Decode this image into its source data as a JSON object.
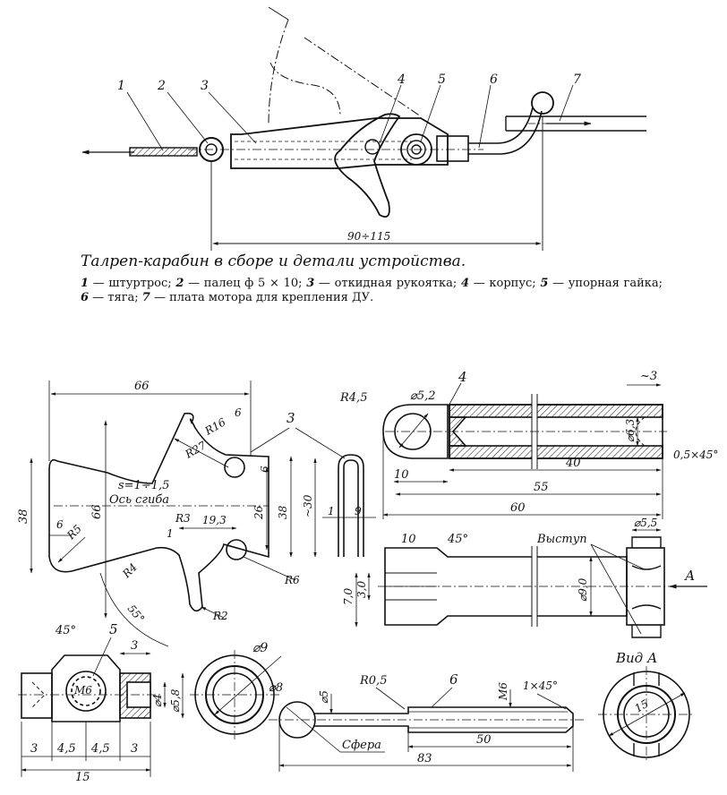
{
  "caption": {
    "title": "Талреп-карабин в сборе и детали устройства.",
    "legend": [
      {
        "num": "1",
        "text": " — штуртрос; "
      },
      {
        "num": "2",
        "text": " — палец  ф 5 × 10; "
      },
      {
        "num": "3",
        "text": " — откидная рукоятка; "
      },
      {
        "num": "4",
        "text": " — корпус; "
      },
      {
        "num": "5",
        "text": " — упорная гайка; "
      },
      {
        "num": "6",
        "text": " — тяга; "
      },
      {
        "num": "7",
        "text": " — плата мотора для крепления ДУ."
      }
    ]
  },
  "assembly": {
    "callouts": [
      "1",
      "2",
      "3",
      "4",
      "5",
      "6",
      "7"
    ],
    "overall_dim": "90÷115"
  },
  "handle_detail": {
    "part_no": "3",
    "dims": {
      "width": "66",
      "height_left": "38",
      "height_inner": "66",
      "r16": "R16",
      "r27": "R27",
      "six_top": "6",
      "six_right": "6",
      "six_left": "6",
      "r5": "R5",
      "r3": "R3",
      "d19": "19,3",
      "d26": "26",
      "d38": "38",
      "r6": "R6",
      "r4": "R4",
      "r2": "R2",
      "d55": "55°",
      "d1": "1",
      "thickness": "s=1÷1,5",
      "bend_axis": "Ось сгиба"
    },
    "side": {
      "d30": "~30",
      "d1": "1",
      "d9": "9"
    }
  },
  "body_detail": {
    "part_no": "4",
    "dims": {
      "r45": "R4,5",
      "d52": "⌀5,2",
      "approx3": "~3",
      "d63": "⌀6,3",
      "chamfer": "0,5×45°",
      "d10": "10",
      "d40": "40",
      "d55": "55",
      "d60": "60"
    }
  },
  "body_bottom": {
    "dims": {
      "d10": "10",
      "angle": "45°",
      "d70": "7,0",
      "d30": "3,0",
      "d90": "⌀9,0",
      "d55": "⌀5,5",
      "ledge": "Выступ",
      "view_arrow": "А"
    }
  },
  "nut_detail": {
    "part_no": "5",
    "dims": {
      "angle": "45°",
      "d3": "3",
      "thread": "М6",
      "d4": "⌀4",
      "d58": "⌀5,8",
      "b3l": "3",
      "b45a": "4,5",
      "b45b": "4,5",
      "b3r": "3",
      "d15": "15"
    }
  },
  "ring_detail": {
    "d9": "⌀9"
  },
  "rod_detail": {
    "part_no": "6",
    "dims": {
      "d8": "⌀8",
      "d5": "⌀5",
      "r05": "R0,5",
      "m6": "М6",
      "chamfer": "1×45°",
      "d50": "50",
      "d83": "83",
      "sphere": "Сфера"
    }
  },
  "view_a": {
    "title": "Вид А",
    "d15": "15"
  }
}
